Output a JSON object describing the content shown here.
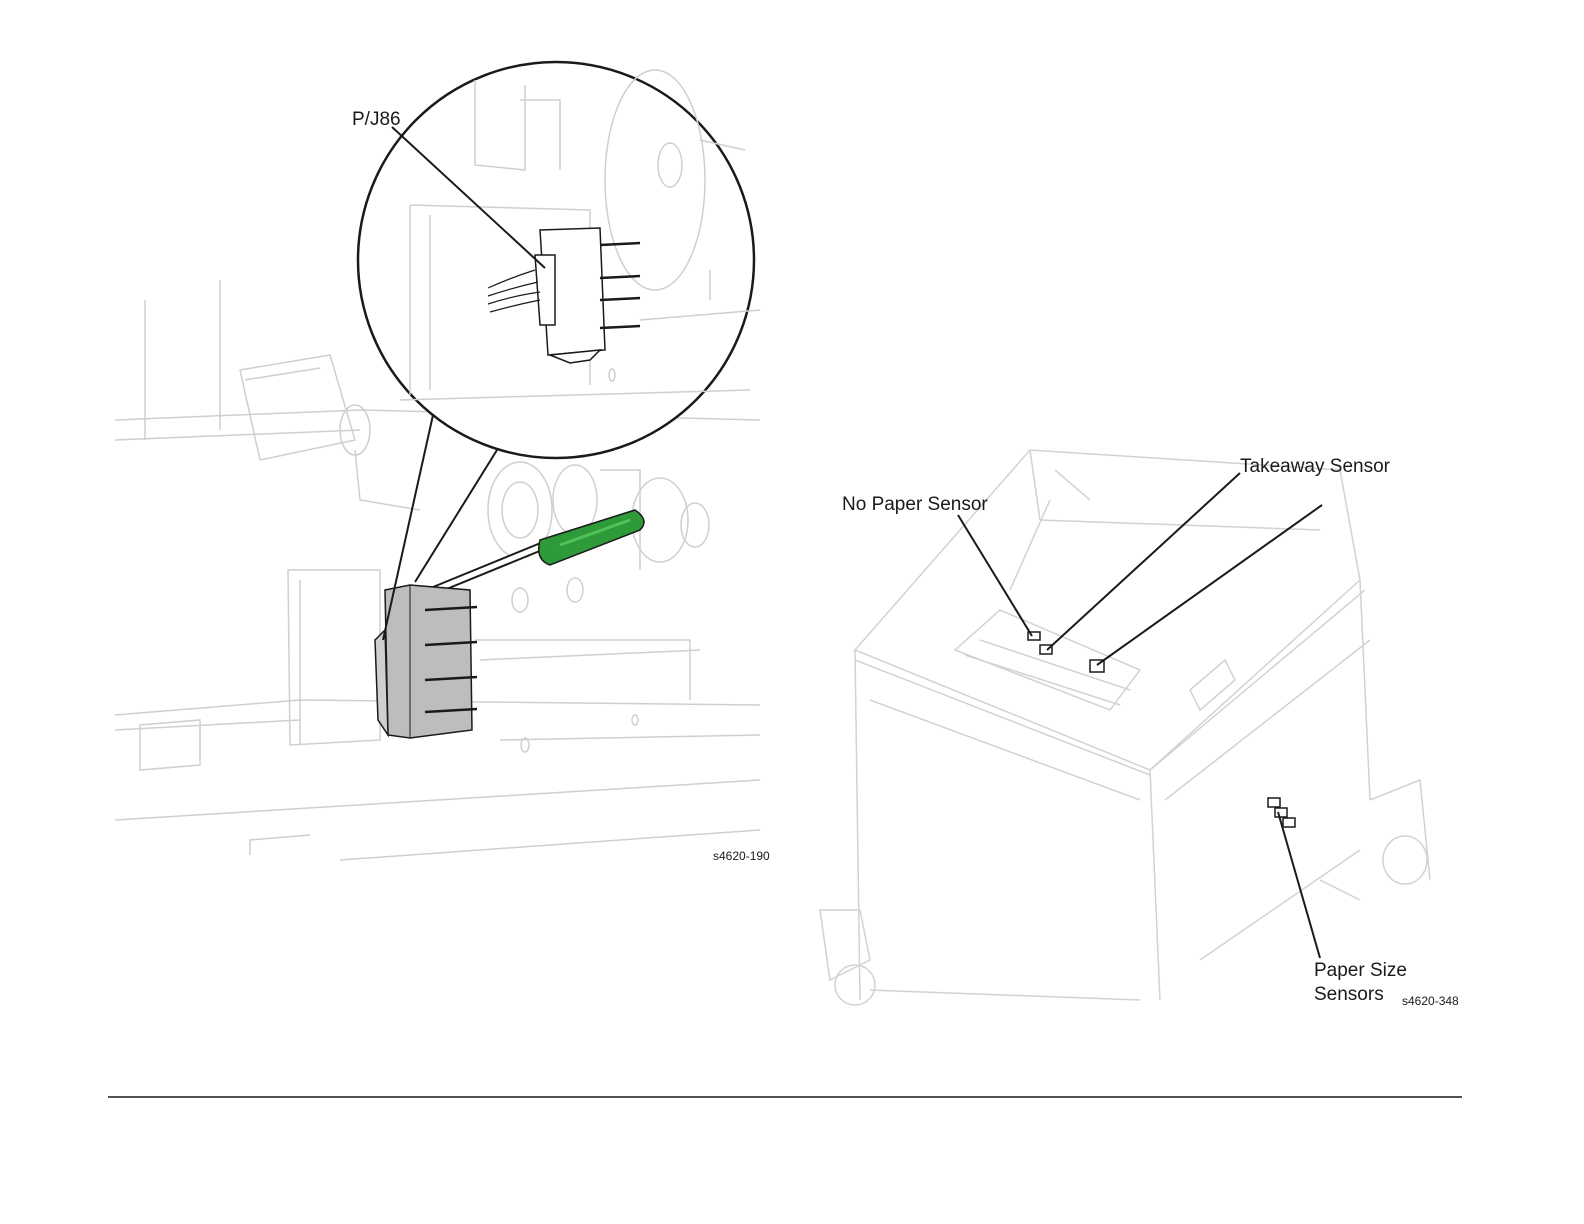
{
  "left_figure": {
    "callout": "P/J86",
    "figure_id": "s4620-190"
  },
  "right_figure": {
    "callout_no_paper": "No Paper Sensor",
    "callout_takeaway": "Takeaway Sensor",
    "callout_paper_size_line1": "Paper Size",
    "callout_paper_size_line2": "Sensors",
    "figure_id": "s4620-348"
  },
  "colors": {
    "line": "#cfcfcf",
    "ink": "#1a1a1a",
    "handle": "#2e9a3a",
    "connector": "#bdbdbd"
  }
}
